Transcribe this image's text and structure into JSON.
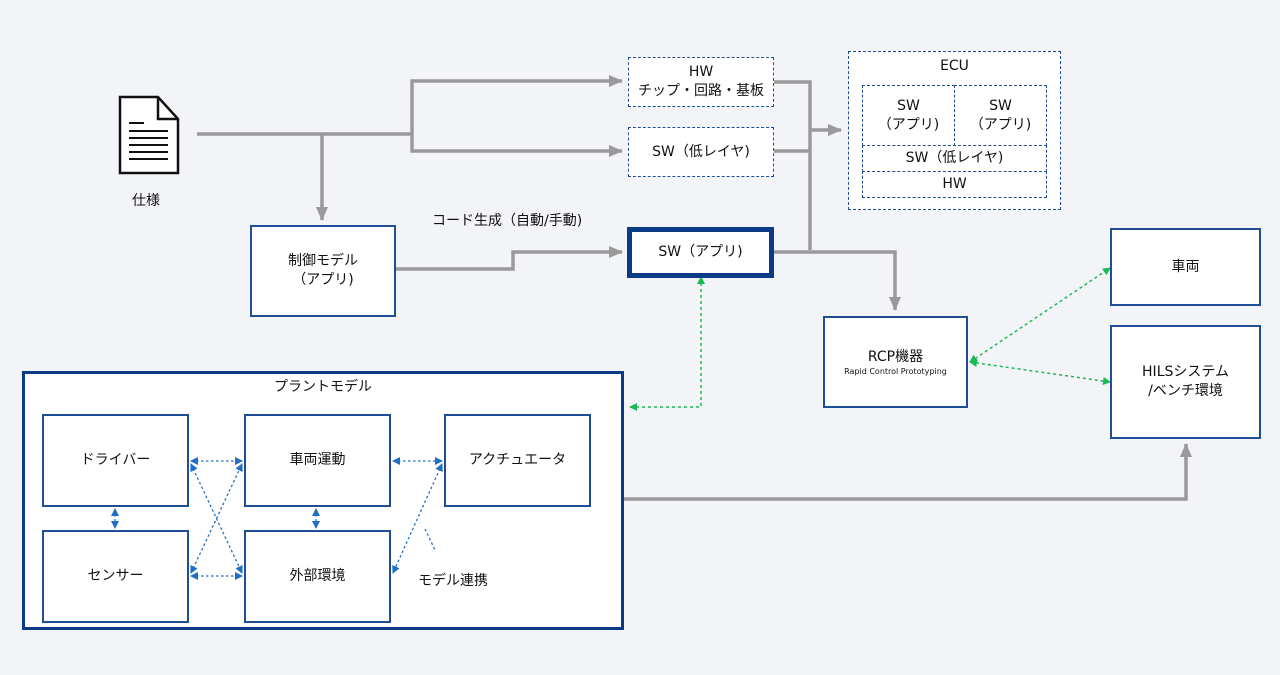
{
  "spec": {
    "label": "仕様",
    "icon": "document-icon"
  },
  "hw_box": {
    "line1": "HW",
    "line2": "チップ・回路・基板"
  },
  "sw_low_box": {
    "label": "SW（低レイヤ)"
  },
  "ecu": {
    "title": "ECU",
    "app1": {
      "line1": "SW",
      "line2": "（アプリ)"
    },
    "app2": {
      "line1": "SW",
      "line2": "（アプリ)"
    },
    "low_layer": "SW（低レイヤ)",
    "hw": "HW"
  },
  "control_model": {
    "line1": "制御モデル",
    "line2": "（アプリ)"
  },
  "code_gen_label": "コード生成（自動/手動)",
  "sw_app_box": {
    "label": "SW（アプリ)"
  },
  "rcp": {
    "title": "RCP機器",
    "subtitle": "Rapid Control Prototyping"
  },
  "vehicle": {
    "label": "車両"
  },
  "hils": {
    "line1": "HILSシステム",
    "line2": "/ベンチ環境"
  },
  "plant_model": {
    "title": "プラントモデル",
    "driver": "ドライバー",
    "vehicle_motion": "車両運動",
    "actuator": "アクチュエータ",
    "sensor": "センサー",
    "environment": "外部環境",
    "model_link_label": "モデル連携"
  },
  "colors": {
    "background": "#f3f4f8",
    "box_border": "#1f4e96",
    "thick_border": "#0b3a86",
    "gray_arrow": "#9a9a9a",
    "green_link": "#1db954",
    "blue_link": "#1f6fc4"
  }
}
